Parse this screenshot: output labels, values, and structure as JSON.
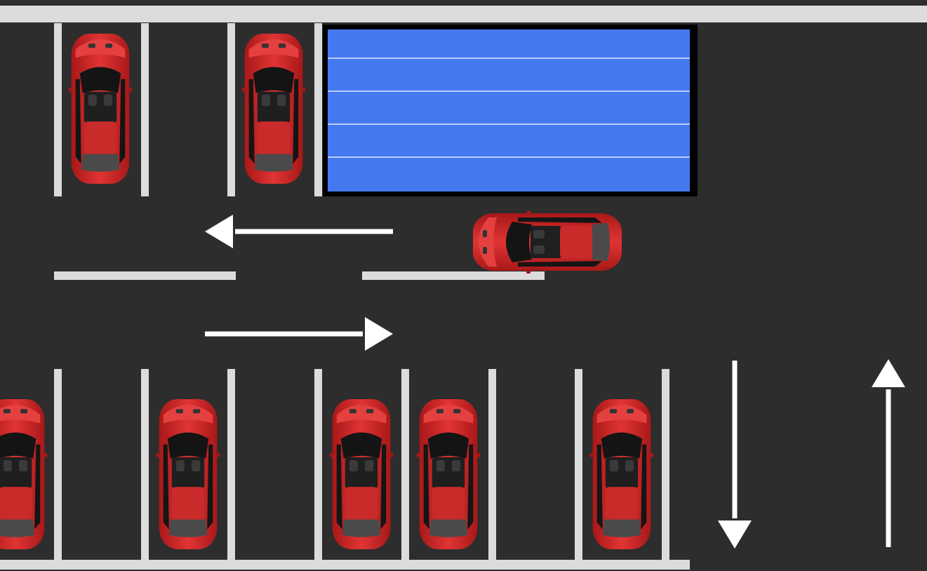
{
  "colors": {
    "asphalt": "#2d2d2d",
    "line": "#dcdcdc",
    "target_fill": "#4479f0",
    "target_border": "#000000",
    "car_body": "#d42a2a"
  },
  "scene": {
    "parked_cars": {
      "top_row": 2,
      "bottom_row": 5
    },
    "player_car": {
      "heading": "left"
    },
    "traffic_arrows": [
      "left",
      "right",
      "down",
      "up"
    ]
  }
}
